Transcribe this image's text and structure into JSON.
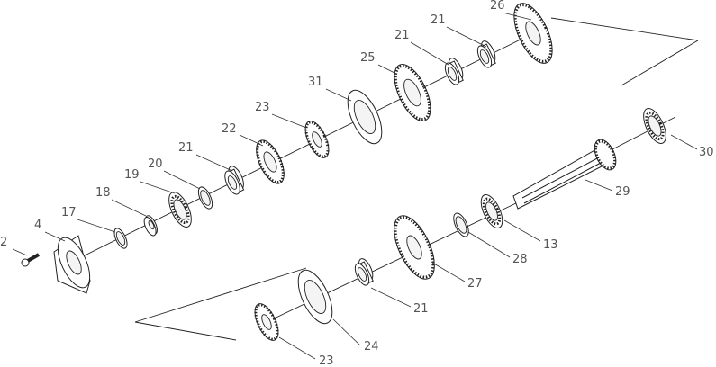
{
  "diagram": {
    "type": "exploded-parts-view",
    "callouts": [
      "26",
      "21",
      "21",
      "25",
      "31",
      "23",
      "22",
      "21",
      "20",
      "19",
      "18",
      "17",
      "4",
      "2",
      "30",
      "29",
      "13",
      "28",
      "27",
      "21",
      "24",
      "23"
    ]
  }
}
